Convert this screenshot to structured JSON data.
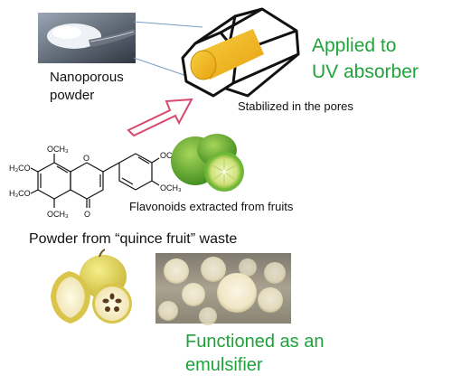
{
  "labels": {
    "applied_line1": "Applied to",
    "applied_line2": "UV absorber",
    "nano_line1": "Nanoporous",
    "nano_line2": "powder",
    "stabilized": "Stabilized in the pores",
    "flavonoids": "Flavonoids extracted from fruits",
    "quince_powder": "Powder from “quince fruit” waste",
    "functioned_line1": "Functioned as an",
    "functioned_line2": "emulsifier"
  },
  "structure_labels": {
    "och3": "OCH₃",
    "h3co": "H₃CO",
    "o": "O"
  },
  "colors": {
    "green_text": "#1fa33a",
    "arrow_outline": "#d9486e",
    "pore_fill": "#f2b820",
    "lime": "#5fb02e"
  }
}
